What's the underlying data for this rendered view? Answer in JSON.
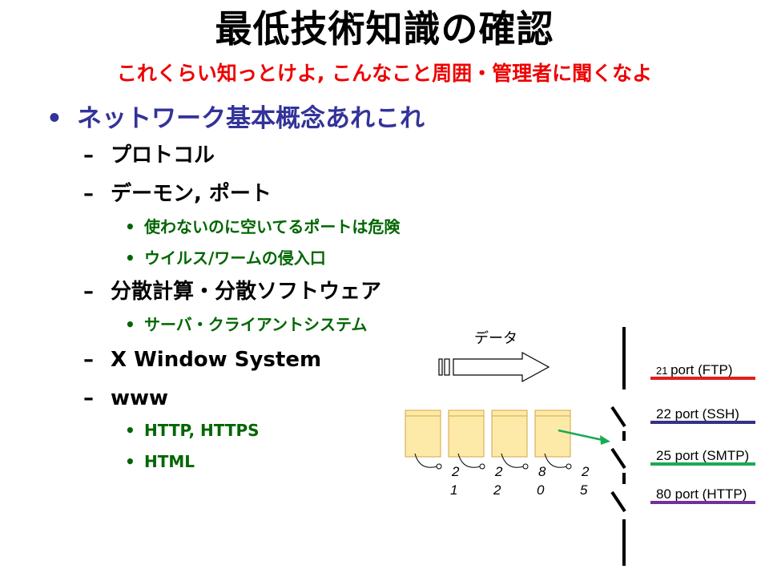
{
  "slide": {
    "title": "最低技術知識の確認",
    "subtitle": "これくらい知っとけよ, こんなこと周囲・管理者に聞くなよ"
  },
  "outline": {
    "level1_marker": "•",
    "level2_marker": "–",
    "level3_marker": "•",
    "topic": "ネットワーク基本概念あれこれ",
    "items": [
      {
        "label": "プロトコル",
        "subitems": []
      },
      {
        "label": "デーモン, ポート",
        "subitems": [
          "使わないのに空いてるポートは危険",
          "ウイルス/ワームの侵入口"
        ]
      },
      {
        "label": "分散計算・分散ソフトウェア",
        "subitems": [
          "サーバ・クライアントシステム"
        ]
      },
      {
        "label": "X Window System",
        "subitems": []
      },
      {
        "label": "www",
        "subitems": [
          "HTTP, HTTPS",
          "HTML"
        ]
      }
    ]
  },
  "diagram": {
    "data_label": "データ",
    "packets": [
      {
        "digit_top": "2",
        "digit_bottom": "1"
      },
      {
        "digit_top": "2",
        "digit_bottom": "2"
      },
      {
        "digit_top": "8",
        "digit_bottom": "0"
      },
      {
        "digit_top": "2",
        "digit_bottom": "5"
      }
    ],
    "ports": [
      {
        "number": "21",
        "text": "port (FTP)",
        "color": "#e02020",
        "state": "closed"
      },
      {
        "number": "22",
        "text": "port (SSH)",
        "color": "#333388",
        "state": "open"
      },
      {
        "number": "25",
        "text": "port (SMTP)",
        "color": "#1aaa55",
        "state": "open"
      },
      {
        "number": "80",
        "text": "port (HTTP)",
        "color": "#7030a0",
        "state": "open"
      }
    ],
    "colors": {
      "packet_fill": "#fde9a8",
      "packet_stroke": "#d4a640",
      "arrow_to_port": "#1aaa55"
    }
  }
}
